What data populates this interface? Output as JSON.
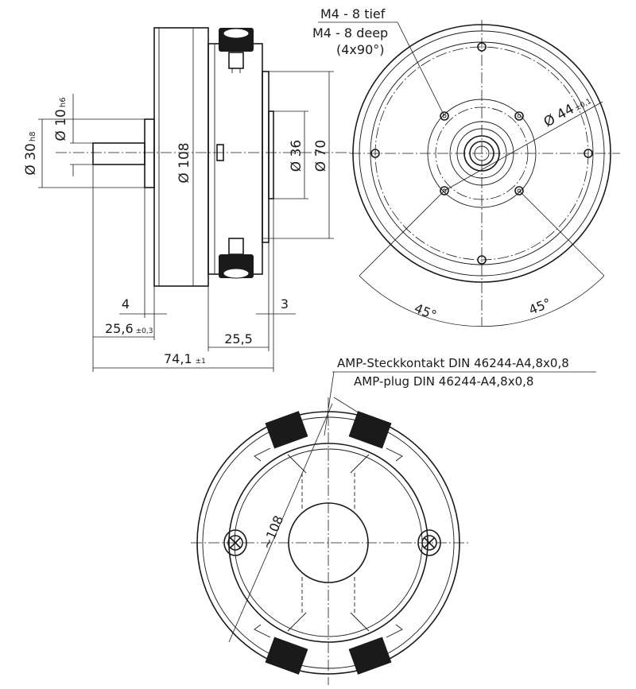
{
  "side_view": {
    "dia_shaft": "Ø 10",
    "dia_shaft_tol": "h6",
    "dia_pilot": "Ø 30",
    "dia_pilot_tol": "h8",
    "dia_flange": "Ø 108",
    "dia_hub": "Ø 36",
    "dia_body": "Ø 70",
    "len_4": "4",
    "len_3": "3",
    "len_25_6": "25,6",
    "len_25_6_tol": "±0,3",
    "len_25_5": "25,5",
    "len_74_1": "74,1",
    "len_74_1_tol": "±1"
  },
  "front_view": {
    "thread_de": "M4 - 8 tief",
    "thread_en": "M4 - 8 deep",
    "thread_count": "(4x90°)",
    "bolt_circle": "Ø 44",
    "bolt_circle_tol": "±0,1",
    "angle_left": "45°",
    "angle_right": "45°"
  },
  "rear_view": {
    "plug_de": "AMP-Steckkontakt DIN 46244-A4,8x0,8",
    "plug_en": "AMP-plug DIN 46244-A4,8x0,8",
    "approx_dia": "~108"
  }
}
